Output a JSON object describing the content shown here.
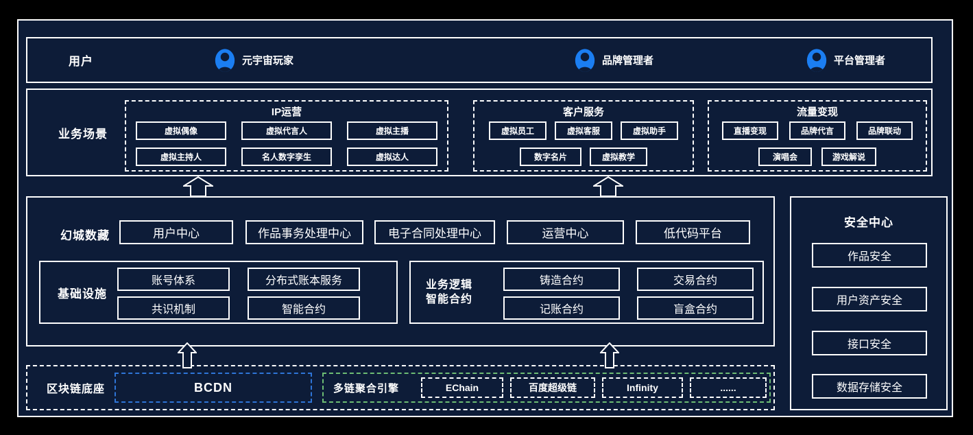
{
  "colors": {
    "canvas_bg": "#000000",
    "panel_bg": "#0d1c38",
    "border": "#ffffff",
    "user_icon_blue": "#1b7ef2",
    "bcdn_dash_blue": "#2e75d8",
    "engine_dash_green": "#6dbd74"
  },
  "users": {
    "label": "用户",
    "names": [
      "元宇宙玩家",
      "品牌管理者",
      "平台管理者"
    ]
  },
  "scenarios": {
    "label": "业务场景",
    "groups": [
      {
        "title": "IP运营",
        "rows": [
          [
            "虚拟偶像",
            "虚拟代言人",
            "虚拟主播"
          ],
          [
            "虚拟主持人",
            "名人数字孪生",
            "虚拟达人"
          ]
        ]
      },
      {
        "title": "客户服务",
        "rows": [
          [
            "虚拟员工",
            "虚拟客服",
            "虚拟助手"
          ],
          [
            "数字名片",
            "虚拟教学"
          ]
        ]
      },
      {
        "title": "流量变现",
        "rows": [
          [
            "直播变现",
            "品牌代言",
            "品牌联动"
          ],
          [
            "演唱会",
            "游戏解说"
          ]
        ]
      }
    ]
  },
  "platform": {
    "label": "幻城数藏",
    "centers": [
      "用户中心",
      "作品事务处理中心",
      "电子合同处理中心",
      "运营中心",
      "低代码平台"
    ],
    "infra": {
      "label": "基础设施",
      "cells": [
        "账号体系",
        "分布式账本服务",
        "共识机制",
        "智能合约"
      ]
    },
    "logic": {
      "label1": "业务逻辑",
      "label2": "智能合约",
      "cells": [
        "铸造合约",
        "交易合约",
        "记账合约",
        "盲盒合约"
      ]
    }
  },
  "security": {
    "title": "安全中心",
    "items": [
      "作品安全",
      "用户资产安全",
      "接口安全",
      "数据存储安全"
    ]
  },
  "base": {
    "label": "区块链底座",
    "bcdn": "BCDN",
    "engine": {
      "label": "多链聚合引擎",
      "chains": [
        "EChain",
        "百度超级链",
        "Infinity",
        "......"
      ]
    }
  }
}
